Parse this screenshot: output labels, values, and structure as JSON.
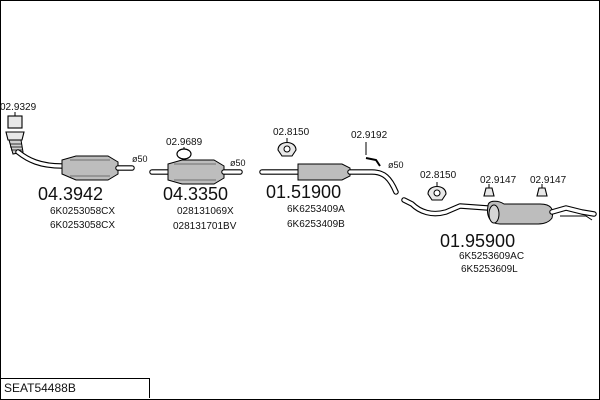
{
  "components": [
    {
      "part_no": "04.3942",
      "oem": [
        "6K0253058CX",
        "6K0253058CX"
      ],
      "accessory": "02.9329",
      "diameter": "ø50"
    },
    {
      "part_no": "04.3350",
      "oem": [
        "028131069X",
        "028131701BV"
      ],
      "accessory": "02.9689",
      "diameter": "ø50"
    },
    {
      "part_no": "01.51900",
      "oem": [
        "6K6253409A",
        "6K6253409B"
      ],
      "accessory": "02.8150",
      "accessory2": "02.9192",
      "diameter": "ø50"
    },
    {
      "part_no": "01.95900",
      "oem": [
        "6K5253609AC",
        "6K5253609L"
      ],
      "accessory": "02.8150",
      "accessory2": "02.9147",
      "accessory3": "02.9147"
    }
  ],
  "model_code": "SEAT54488B"
}
